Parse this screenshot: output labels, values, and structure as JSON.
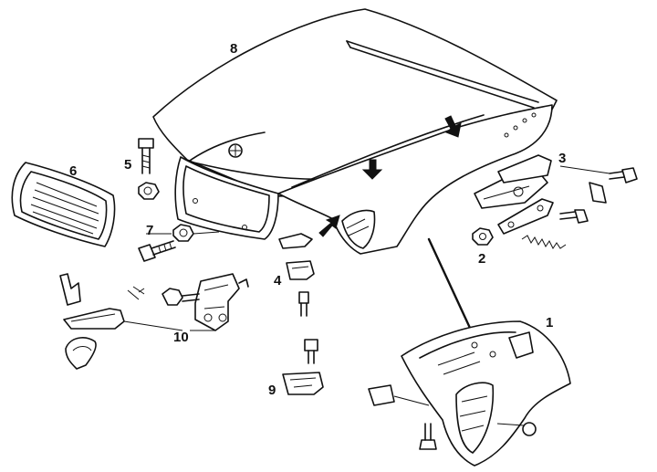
{
  "callouts": {
    "c1": "1",
    "c2": "2",
    "c3": "3",
    "c4": "4",
    "c5": "5",
    "c6": "6",
    "c7": "7",
    "c8": "8",
    "c9": "9",
    "c10": "10"
  },
  "indicator_icons": [
    "arrow-icon",
    "arrow-icon",
    "arrow-icon"
  ]
}
